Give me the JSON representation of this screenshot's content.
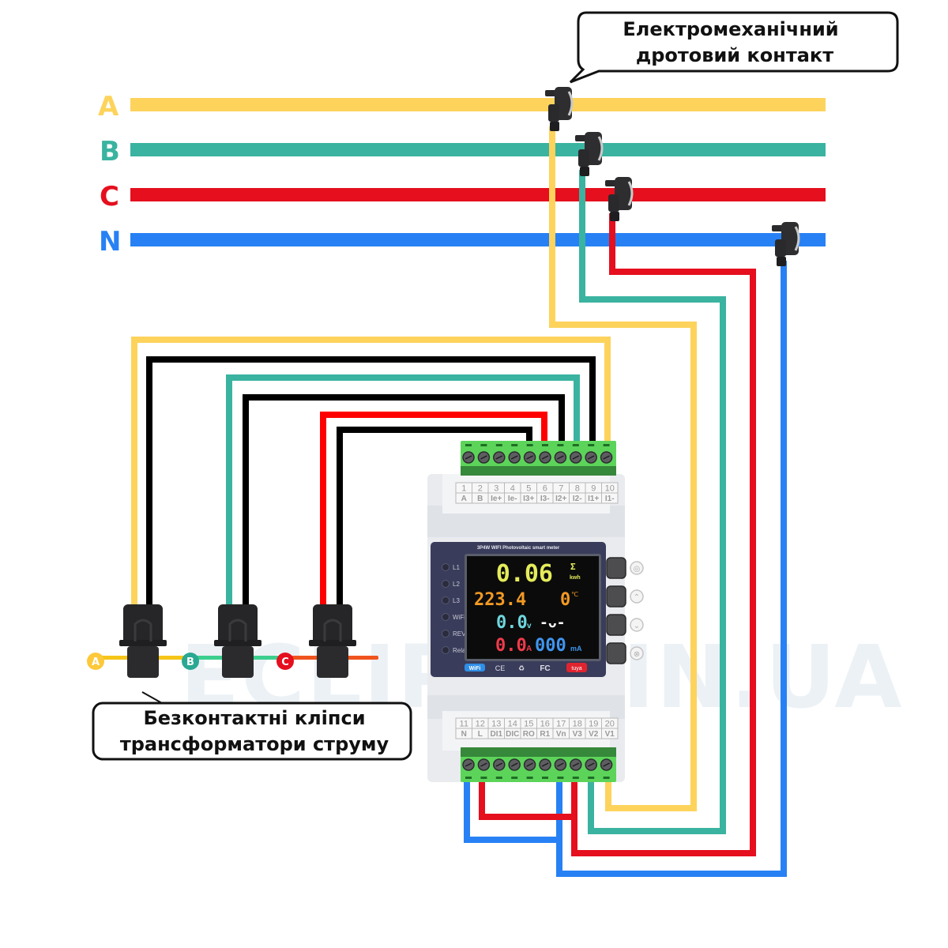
{
  "phases": [
    {
      "label": "A",
      "color": "#fdd35c"
    },
    {
      "label": "B",
      "color": "#3ab3a0"
    },
    {
      "label": "C",
      "color": "#e50f1e"
    },
    {
      "label": "N",
      "color": "#2781f5"
    }
  ],
  "colors": {
    "black_wire": "#000000",
    "red_ct_wire": "#ff0000",
    "terminal_green": "#5cd45a",
    "panel_dark": "#3a3d5c",
    "screen_bg": "#0b0b0b"
  },
  "callouts": {
    "top": {
      "line1": "Електромеханічний",
      "line2": "дротовий контакт"
    },
    "bottom": {
      "line1": "Безконтактні кліпси",
      "line2": "трансформатори струму"
    }
  },
  "ct_clamps": [
    {
      "label": "A",
      "color": "#fdc93a",
      "bar_color": "#f5c518"
    },
    {
      "label": "B",
      "color": "#2aa893",
      "bar_color": "#3ccf8e"
    },
    {
      "label": "C",
      "color": "#e50f1e",
      "bar_color": "#f0541e"
    }
  ],
  "meter": {
    "model_title": "3P4W WIFI Photovoltaic smart meter",
    "top_terminals": {
      "numbers": [
        "1",
        "2",
        "3",
        "4",
        "5",
        "6",
        "7",
        "8",
        "9",
        "10"
      ],
      "labels": [
        "A",
        "B",
        "Ie+",
        "Ie-",
        "I3+",
        "I3-",
        "I2+",
        "I2-",
        "I1+",
        "I1-"
      ]
    },
    "bottom_terminals": {
      "numbers": [
        "11",
        "12",
        "13",
        "14",
        "15",
        "16",
        "17",
        "18",
        "19",
        "20"
      ],
      "labels": [
        "N",
        "L",
        "DI1",
        "DIC",
        "RO",
        "R1",
        "Vn",
        "V3",
        "V2",
        "V1"
      ]
    },
    "leds": [
      "L1",
      "L2",
      "L3",
      "WiFi",
      "REV",
      "Relay"
    ],
    "display": {
      "energy_value": "0.06",
      "energy_sigma": "Σ",
      "energy_unit": "kwh",
      "voltage_main": "223.4",
      "temperature": "0",
      "temperature_unit": "℃",
      "voltage_small": "0.0",
      "voltage_unit": "v",
      "status_symbol": "-ᴗ-",
      "current": "0.0",
      "current_unit": "A",
      "leak_current": "000",
      "leak_unit": "mA"
    },
    "badges": {
      "wifi": "WiFi",
      "ce": "CE",
      "weee": "♻",
      "fc": "FC",
      "tuya": "tuya"
    },
    "buttons": [
      {
        "name": "menu",
        "icon": "◎"
      },
      {
        "name": "up",
        "icon": "⌃"
      },
      {
        "name": "down",
        "icon": "⌄"
      },
      {
        "name": "escape",
        "icon": "⊗"
      }
    ]
  },
  "watermark": "ECLIPSE.IN.UA"
}
